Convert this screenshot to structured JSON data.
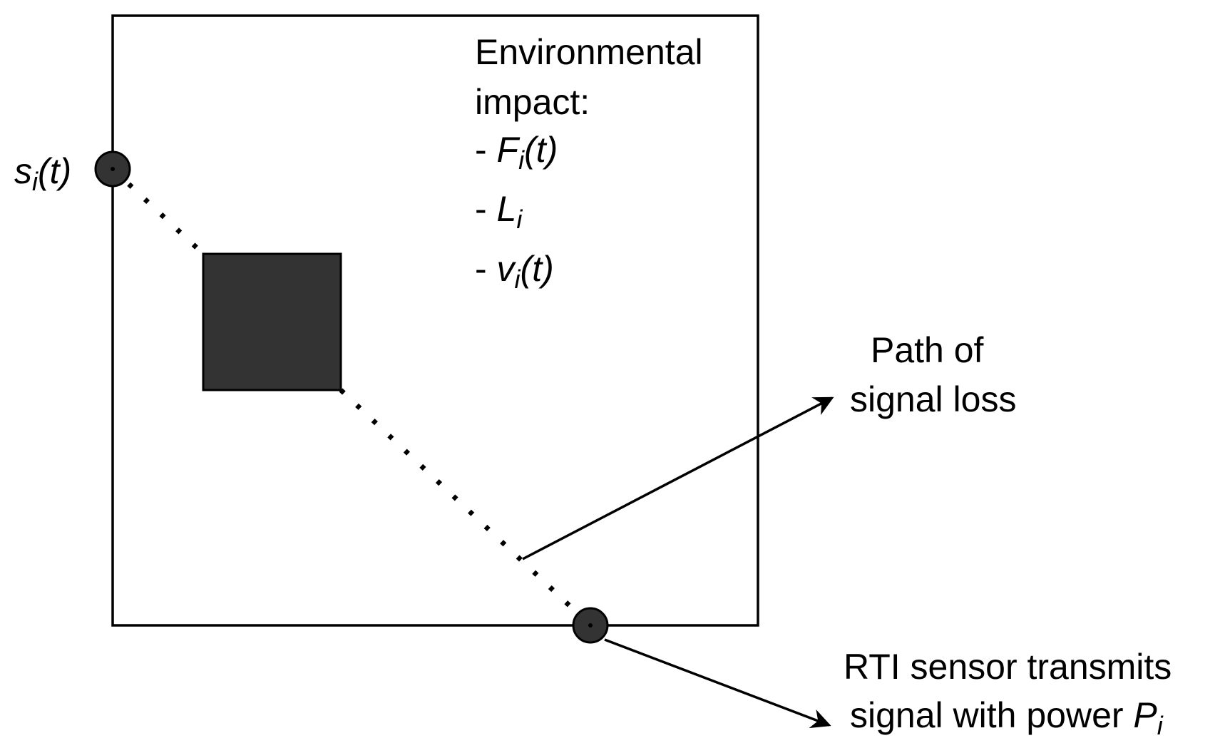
{
  "colors": {
    "background": "#ffffff",
    "stroke": "#000000",
    "obstacle_fill": "#333333",
    "sensor_fill": "#333333"
  },
  "labels": {
    "sensor_top": {
      "base": "s",
      "sub": "i",
      "suffix": "(t)"
    },
    "environmental_title_1": "Environmental",
    "environmental_title_2": "impact:",
    "env_items": [
      {
        "prefix": "- ",
        "base": "F",
        "sub": "i",
        "suffix": "(t)"
      },
      {
        "prefix": "- ",
        "base": "L",
        "sub": "i",
        "suffix": ""
      },
      {
        "prefix": "- ",
        "base": "v",
        "sub": "i",
        "suffix": "(t)"
      }
    ],
    "path_label_1": "Path of",
    "path_label_2": "signal loss",
    "rti_label_1": "RTI sensor transmits",
    "rti_label_2_text": "signal with power ",
    "rti_label_2_base": "P",
    "rti_label_2_sub": "i"
  }
}
